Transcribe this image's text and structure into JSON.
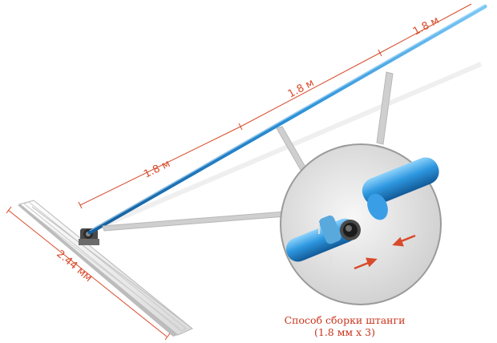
{
  "dimensions": {
    "segment_1": "1.8 м",
    "segment_2": "1.8 м",
    "segment_3": "1.8 м",
    "blade_width": "2.44 мм"
  },
  "caption": {
    "line1": "Способ сборки штанги",
    "line2": "(1.8 мм x 3)"
  },
  "colors": {
    "pole_blue": "#2a8fd6",
    "dimension_red": "#d84a2a",
    "caption_red": "#c8341c"
  }
}
